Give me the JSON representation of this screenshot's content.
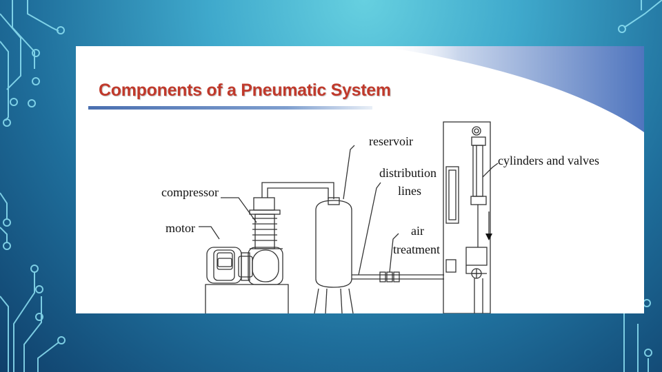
{
  "slide": {
    "title": "Components of a Pneumatic System"
  },
  "diagram": {
    "labels": {
      "reservoir": "reservoir",
      "distribution_line1": "distribution",
      "distribution_line2": "lines",
      "cylinders_and_valves": "cylinders and valves",
      "compressor": "compressor",
      "motor": "motor",
      "air_treatment_line1": "air",
      "air_treatment_line2": "treatment"
    }
  },
  "colors": {
    "title": "#c0392b",
    "accent_blue": "#4a6fb0",
    "background_teal": "#3fa9cc"
  }
}
